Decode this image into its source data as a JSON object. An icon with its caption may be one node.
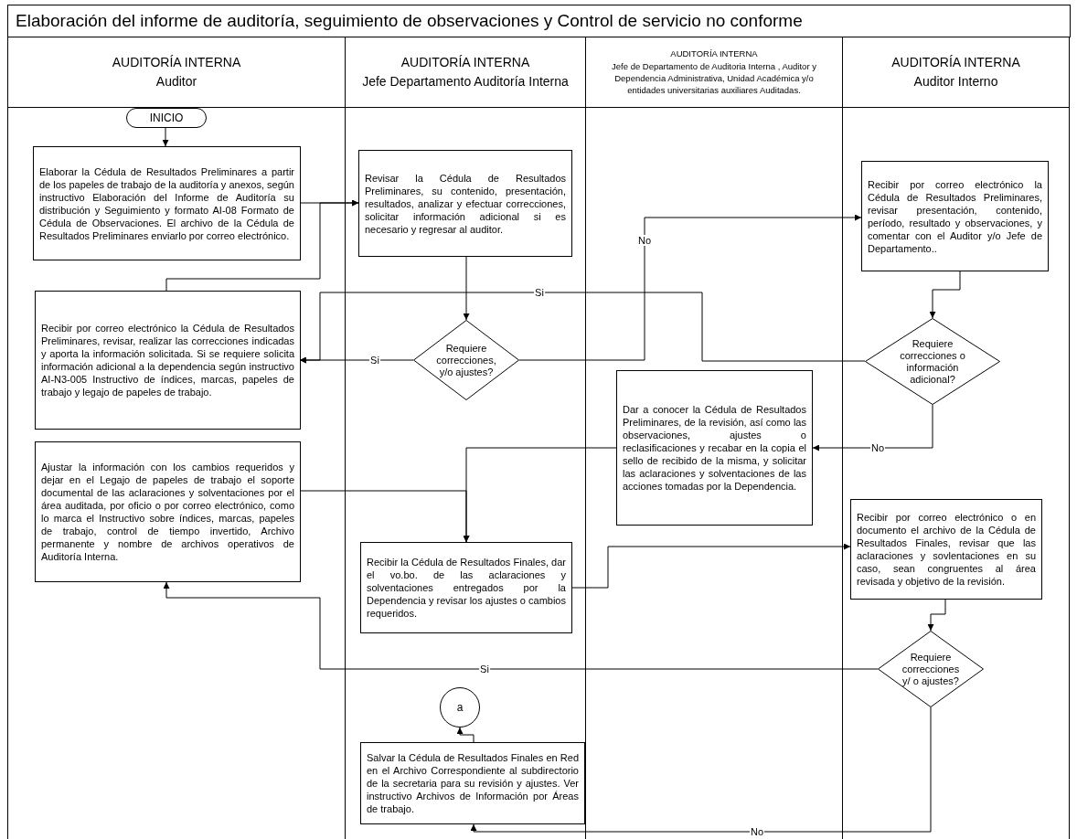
{
  "diagram": {
    "title": "Elaboración del informe de auditoría, seguimiento de observaciones y Control de servicio no conforme",
    "nodes": [
      {
        "text": [
          "AUDITORÍA INTERNA",
          "Auditor"
        ]
      },
      {
        "text": [
          "AUDITORÍA INTERNA",
          "Jefe Departamento Auditoría Interna"
        ]
      },
      {
        "text": [
          "AUDITORÍA INTERNA",
          "Jefe de Departamento de Auditoria Interna , Auditor y Dependencia Administrativa, Unidad Académica y/o entidades universitarias auxiliares Auditadas."
        ]
      },
      {
        "text": [
          "AUDITORÍA INTERNA",
          "Auditor Interno"
        ]
      },
      {
        "text": [
          "INICIO"
        ],
        "in": 0
      },
      {
        "text": [
          "Elaborar la Cédula de Resultados Preliminares a partir de los papeles de trabajo de la auditoría y anexos, según instructivo Elaboración del Informe de Auditoría su distribución y Seguimiento y formato AI-08 Formato de Cédula de Observaciones. El archivo de la Cédula de Resultados Preliminares enviarlo por correo electrónico."
        ],
        "in": 0
      },
      {
        "text": [
          "Revisar la Cédula de Resultados Preliminares, su contenido, presentación, resultados, analizar y efectuar correcciones, solicitar información adicional si es necesario y regresar al auditor."
        ],
        "in": 1
      },
      {
        "text": [
          "Recibir por correo electrónico la Cédula de Resultados Preliminares, revisar presentación, contenido, período, resultado y observaciones, y comentar con el Auditor y/o Jefe de Departamento.."
        ],
        "in": 3
      },
      {
        "text": [
          "Recibir por correo electrónico la Cédula de Resultados Preliminares, revisar, realizar las correcciones indicadas y aporta la información solicitada. Si se requiere solicita información adicional a la dependencia según instructivo AI-N3-005 Instructivo de índices, marcas, papeles de trabajo y legajo de papeles de trabajo."
        ],
        "in": 0
      },
      {
        "text": [
          "Requiere correcciones, y/o ajustes?"
        ],
        "in": 1
      },
      {
        "text": [
          "Requiere correcciones o información adicional?"
        ],
        "in": 3
      },
      {
        "text": [
          "Dar a conocer la Cédula de Resultados Preliminares, de la revisión, así como las observaciones, ajustes o reclasificaciones y recabar en la copia el sello de recibido de la misma, y solicitar las aclaraciones y solventaciones de las acciones tomadas por la Dependencia."
        ],
        "in": 2
      },
      {
        "text": [
          "Ajustar la información con los cambios requeridos y dejar en el Legajo de papeles de trabajo el soporte documental de las aclaraciones y solventaciones por el área auditada, por oficio o por correo electrónico, como lo marca el Instructivo sobre índices, marcas, papeles de trabajo, control de tiempo invertido, Archivo permanente y nombre de archivos operativos de Auditoría Interna."
        ],
        "in": 0
      },
      {
        "text": [
          "Recibir la Cédula de Resultados Finales, dar el vo.bo. de las aclaraciones y solventaciones entregados por la Dependencia y revisar los ajustes o cambios requeridos."
        ],
        "in": 1
      },
      {
        "text": [
          "Recibir por correo electrónico o en documento el archivo de la Cédula de Resultados Finales, revisar que las aclaraciones y sovlentaciones en su caso, sean congruentes al área revisada y objetivo de la revisión."
        ],
        "in": 3
      },
      {
        "text": [
          "Requiere correcciones y/ o ajustes?"
        ],
        "in": 3
      },
      {
        "text": [
          "a"
        ],
        "in": 1
      },
      {
        "text": [
          "Salvar la Cédula de Resultados Finales en Red en el Archivo Correspondiente al subdirectorio de la secretaria para su revisión y ajustes. Ver instructivo Archivos de Información por Áreas de trabajo."
        ],
        "in": 1
      }
    ],
    "edges": [
      {
        "from": 4,
        "to": 5,
        "arrow": "to"
      },
      {
        "from": 5,
        "to": 6,
        "arrow": "to"
      },
      {
        "from": 8,
        "to": 6,
        "arrow": "to"
      },
      {
        "from": 6,
        "to": 9,
        "arrow": "to"
      },
      {
        "from": 9,
        "to": 8,
        "label": "Si",
        "arrow": "to"
      },
      {
        "from": 9,
        "to": 7,
        "label": "No",
        "arrow": "to"
      },
      {
        "from": 7,
        "to": 10,
        "arrow": "to"
      },
      {
        "from": 10,
        "to": 8,
        "label": "Si",
        "arrow": "to"
      },
      {
        "from": 10,
        "to": 11,
        "label": "No",
        "arrow": "to"
      },
      {
        "from": 11,
        "to": 13,
        "arrow": "to"
      },
      {
        "from": 12,
        "to": 13,
        "arrow": "to"
      },
      {
        "from": 13,
        "to": 14,
        "arrow": "to"
      },
      {
        "from": 14,
        "to": 15,
        "arrow": "to"
      },
      {
        "from": 15,
        "to": 12,
        "label": "Si",
        "arrow": "to"
      },
      {
        "from": 15,
        "to": 17,
        "label": "No",
        "arrow": "to"
      },
      {
        "from": 17,
        "to": 16,
        "arrow": "to"
      }
    ]
  }
}
